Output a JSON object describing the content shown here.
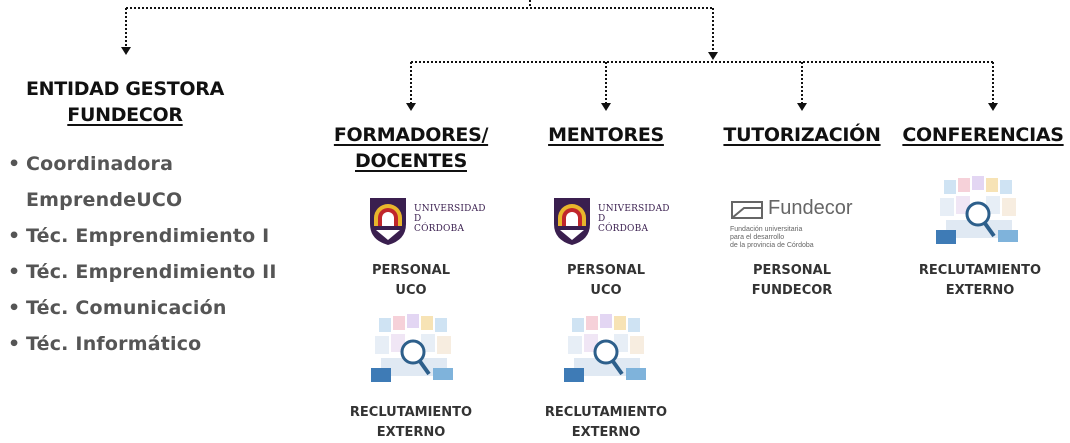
{
  "left": {
    "title_line1": "ENTIDAD GESTORA",
    "title_line2": "FUNDECOR",
    "roles": [
      {
        "line1": "Coordinadora",
        "line2": "EmprendeUCO"
      },
      {
        "line1": "Téc. Emprendimiento I"
      },
      {
        "line1": "Téc. Emprendimiento II"
      },
      {
        "line1": "Téc. Comunicación"
      },
      {
        "line1": "Téc. Informático"
      }
    ]
  },
  "columns": [
    {
      "heading_line1": "FORMADORES/",
      "heading_line2": "DOCENTES",
      "entries": [
        {
          "logo": "universidad-cordoba-logo",
          "caption_line1": "PERSONAL",
          "caption_line2": "UCO"
        },
        {
          "logo": "recruitment-illustration-icon",
          "caption_line1": "RECLUTAMIENTO",
          "caption_line2": "EXTERNO"
        }
      ]
    },
    {
      "heading_line1": "MENTORES",
      "entries": [
        {
          "logo": "universidad-cordoba-logo",
          "caption_line1": "PERSONAL",
          "caption_line2": "UCO"
        },
        {
          "logo": "recruitment-illustration-icon",
          "caption_line1": "RECLUTAMIENTO",
          "caption_line2": "EXTERNO"
        }
      ]
    },
    {
      "heading_line1": "TUTORIZACIÓN",
      "entries": [
        {
          "logo": "fundecor-logo",
          "caption_line1": "PERSONAL",
          "caption_line2": "FUNDECOR"
        }
      ]
    },
    {
      "heading_line1": "CONFERENCIAS",
      "entries": [
        {
          "logo": "recruitment-illustration-icon",
          "caption_line1": "RECLUTAMIENTO",
          "caption_line2": "EXTERNO"
        }
      ]
    }
  ],
  "logos": {
    "uco_line1": "UNIVERSIDAD",
    "uco_line2": "D",
    "uco_line3": "CÓRDOBA",
    "fundecor_name": "Fundecor",
    "fundecor_sub1": "Fundación universitaria",
    "fundecor_sub2": "para el desarrollo",
    "fundecor_sub3": "de la provincia de Córdoba"
  },
  "colors": {
    "connector": "#111111",
    "role_text": "#555555",
    "uco_purple": "#3a1f4f",
    "uco_red": "#c0262b",
    "uco_yellow": "#e8b62c"
  }
}
